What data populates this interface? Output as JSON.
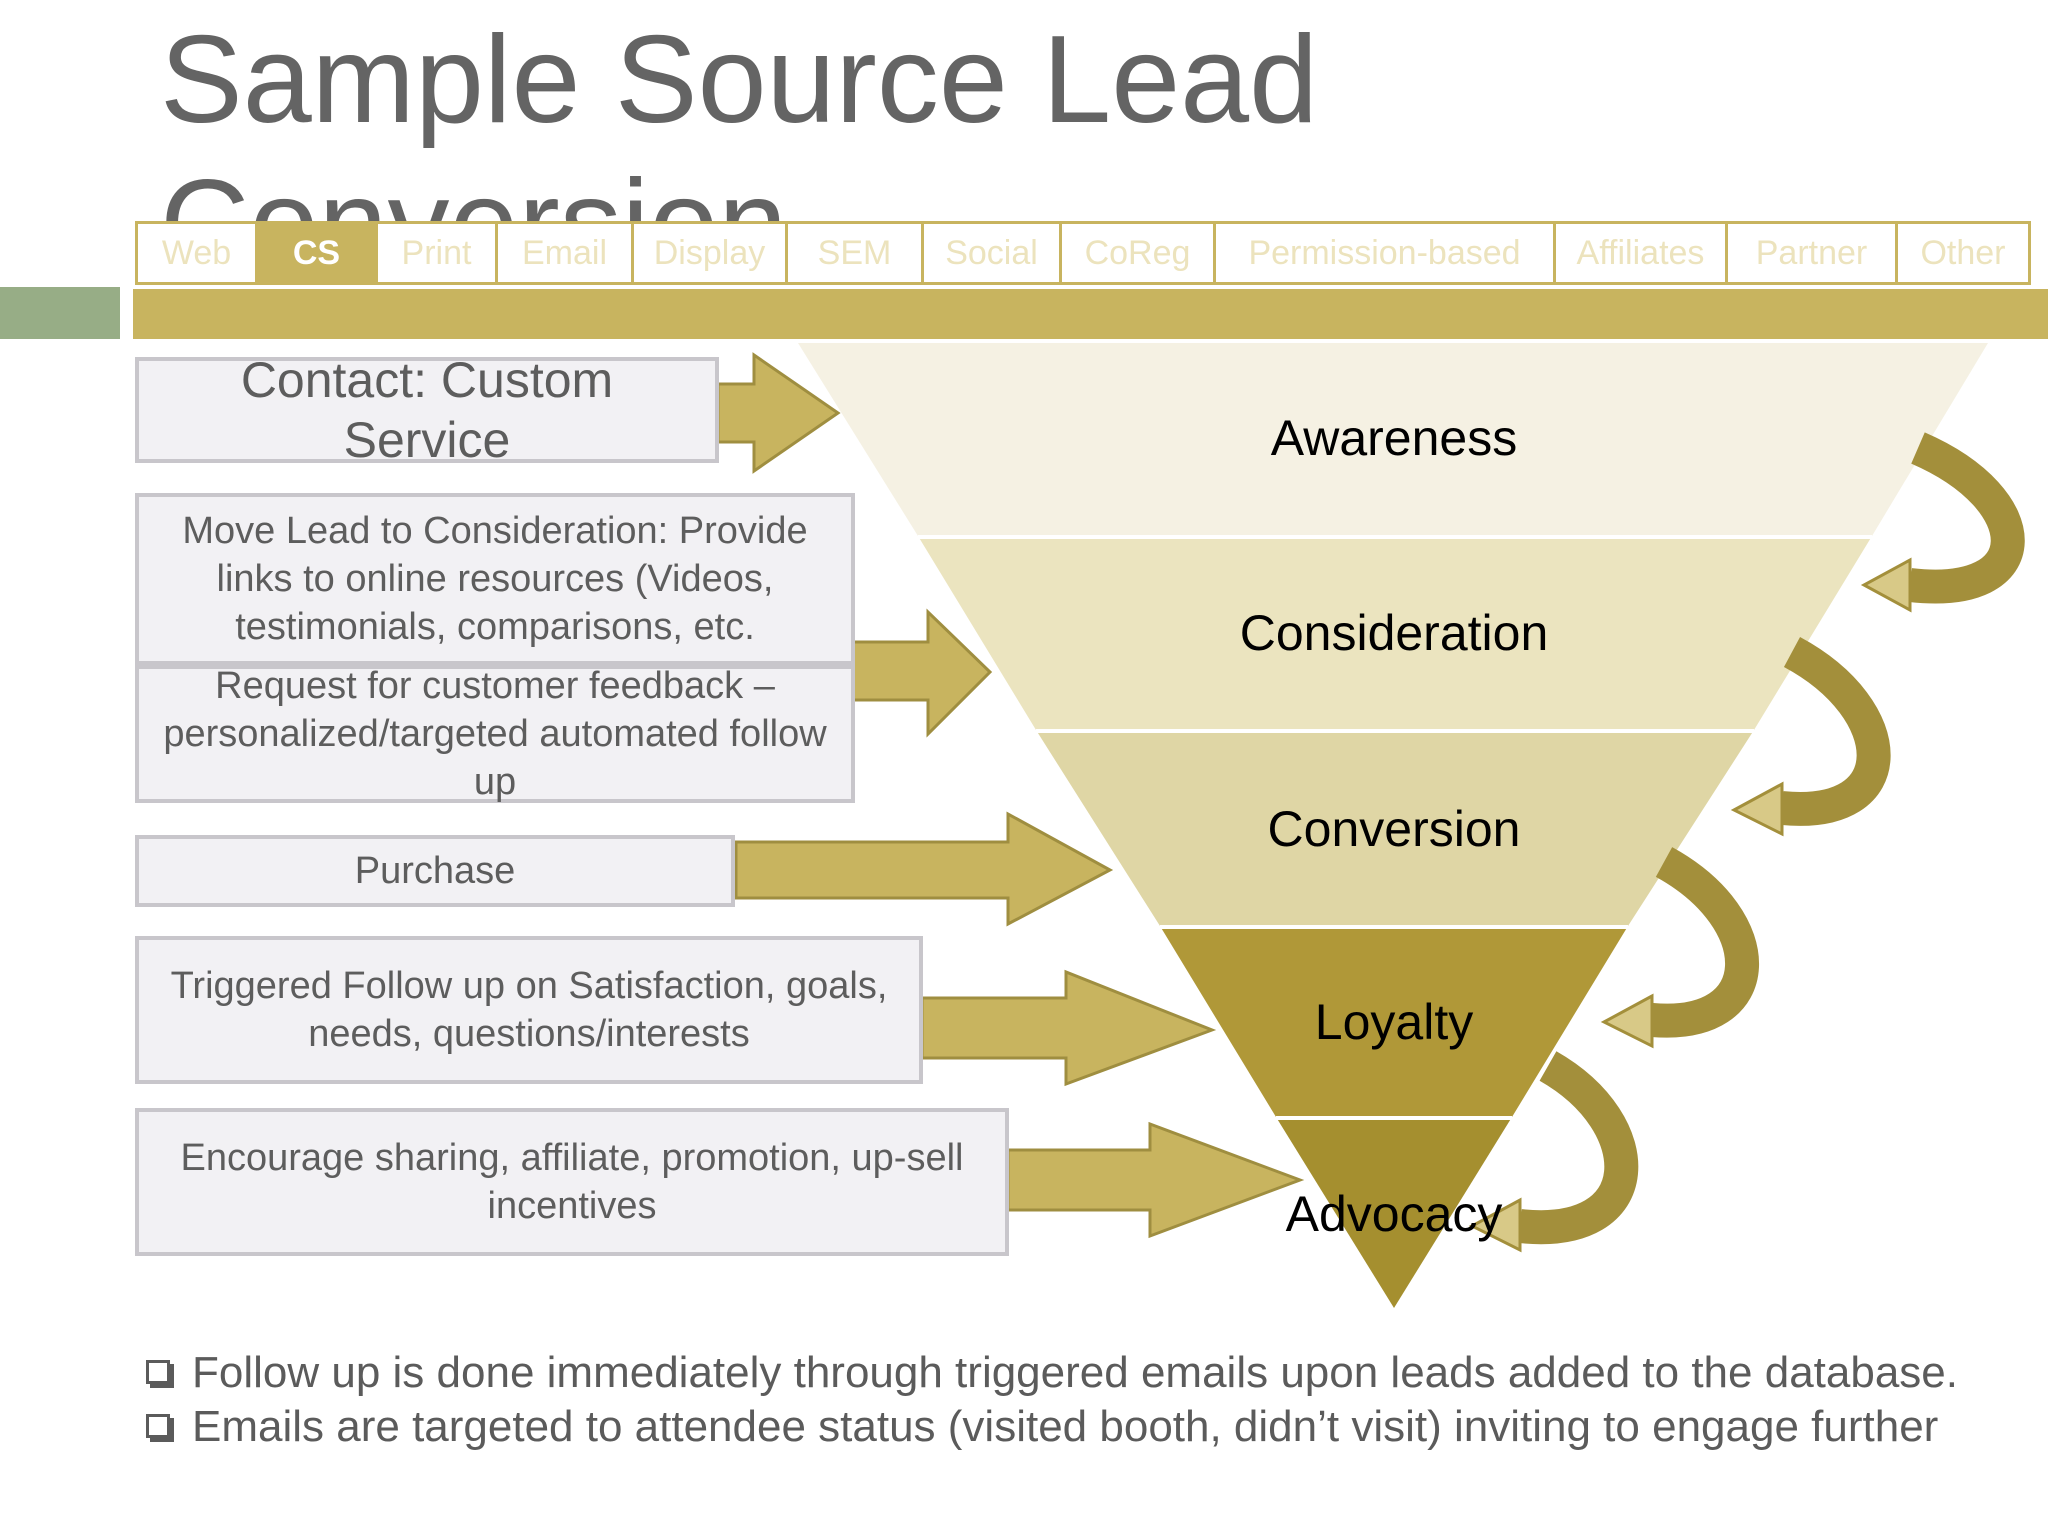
{
  "title": "Sample Source Lead Conversion",
  "tabs": [
    {
      "label": "Web",
      "active": false
    },
    {
      "label": "CS",
      "active": true
    },
    {
      "label": "Print",
      "active": false
    },
    {
      "label": "Email",
      "active": false
    },
    {
      "label": "Display",
      "active": false
    },
    {
      "label": "SEM",
      "active": false
    },
    {
      "label": "Social",
      "active": false
    },
    {
      "label": "CoReg",
      "active": false
    },
    {
      "label": "Permission-based",
      "active": false
    },
    {
      "label": "Affiliates",
      "active": false
    },
    {
      "label": "Partner",
      "active": false
    },
    {
      "label": "Other",
      "active": false
    }
  ],
  "boxes": {
    "contact": "Contact: Custom Service",
    "consideration": "Move Lead to Consideration: Provide links to online resources (Videos, testimonials, comparisons, etc.",
    "feedback": "Request for customer feedback – personalized/targeted automated follow up",
    "purchase": "Purchase",
    "triggered": "Triggered Follow up on Satisfaction, goals, needs, questions/interests",
    "encourage": "Encourage sharing, affiliate, promotion, up-sell incentives"
  },
  "funnel": {
    "stages": [
      "Awareness",
      "Consideration",
      "Conversion",
      "Loyalty",
      "Advocacy"
    ]
  },
  "bullets": [
    "Follow up is done immediately through triggered emails upon leads added to the database.",
    "Emails are targeted to attendee status (visited booth, didn’t visit) inviting to engage further"
  ],
  "colors": {
    "gold": "#c8b45f",
    "accent_green": "#97ad86",
    "stage_awareness": "#f5f1e3",
    "stage_consideration": "#ebe4bf",
    "stage_conversion": "#dfd6a5",
    "stage_loyalty": "#b09838",
    "stage_advocacy": "#a58f2f"
  }
}
